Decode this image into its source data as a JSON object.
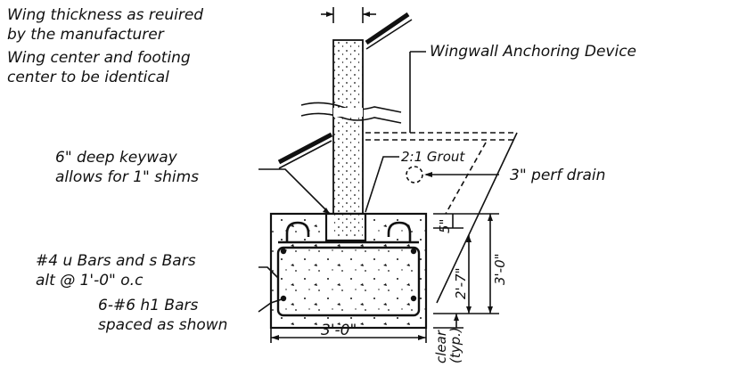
{
  "notes": {
    "wing_thickness_line1": "Wing thickness as reuired",
    "wing_thickness_line2": "by the manufacturer",
    "wing_center_line1": "Wing center and footing",
    "wing_center_line2": "center to be identical",
    "anchoring_device": "Wingwall Anchoring Device",
    "keyway_line1": "6\" deep keyway",
    "keyway_line2": "allows for 1\" shims",
    "grout": "2:1 Grout",
    "drain": "3\" perf drain",
    "bars_line1": "#4 u Bars and s Bars",
    "bars_line2": "alt @ 1'-0\" o.c",
    "hbars_line1": "6-#6 h1 Bars",
    "hbars_line2": "spaced as shown"
  },
  "dimensions": {
    "footing_width": "3'-0\"",
    "top_dim": "5\"",
    "lower_dim": "2'-7\"",
    "overall_height": "3'-0\"",
    "clear_line1": "clear",
    "clear_line2": "(typ.)"
  },
  "colors": {
    "ink": "#111111",
    "paper": "#ffffff"
  }
}
